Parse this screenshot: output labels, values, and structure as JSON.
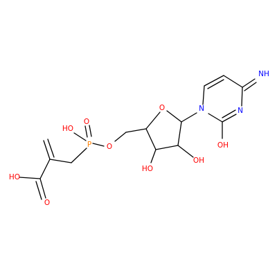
{
  "colors": {
    "carbon": "#000000",
    "oxygen": "#ff0000",
    "nitrogen": "#0000ff",
    "phosphorus": "#ff8000",
    "background": "#ffffff"
  },
  "labels": {
    "imine": "NH",
    "ring_n1": "N",
    "ring_n3": "N",
    "ring_oh": "OH",
    "sugar_o": "O",
    "ho2": "OH",
    "ho3": "HO",
    "link_o": "O",
    "p": "P",
    "p_oh": "HO",
    "p_o": "O",
    "acid_oh": "HO",
    "acid_o": "O"
  }
}
